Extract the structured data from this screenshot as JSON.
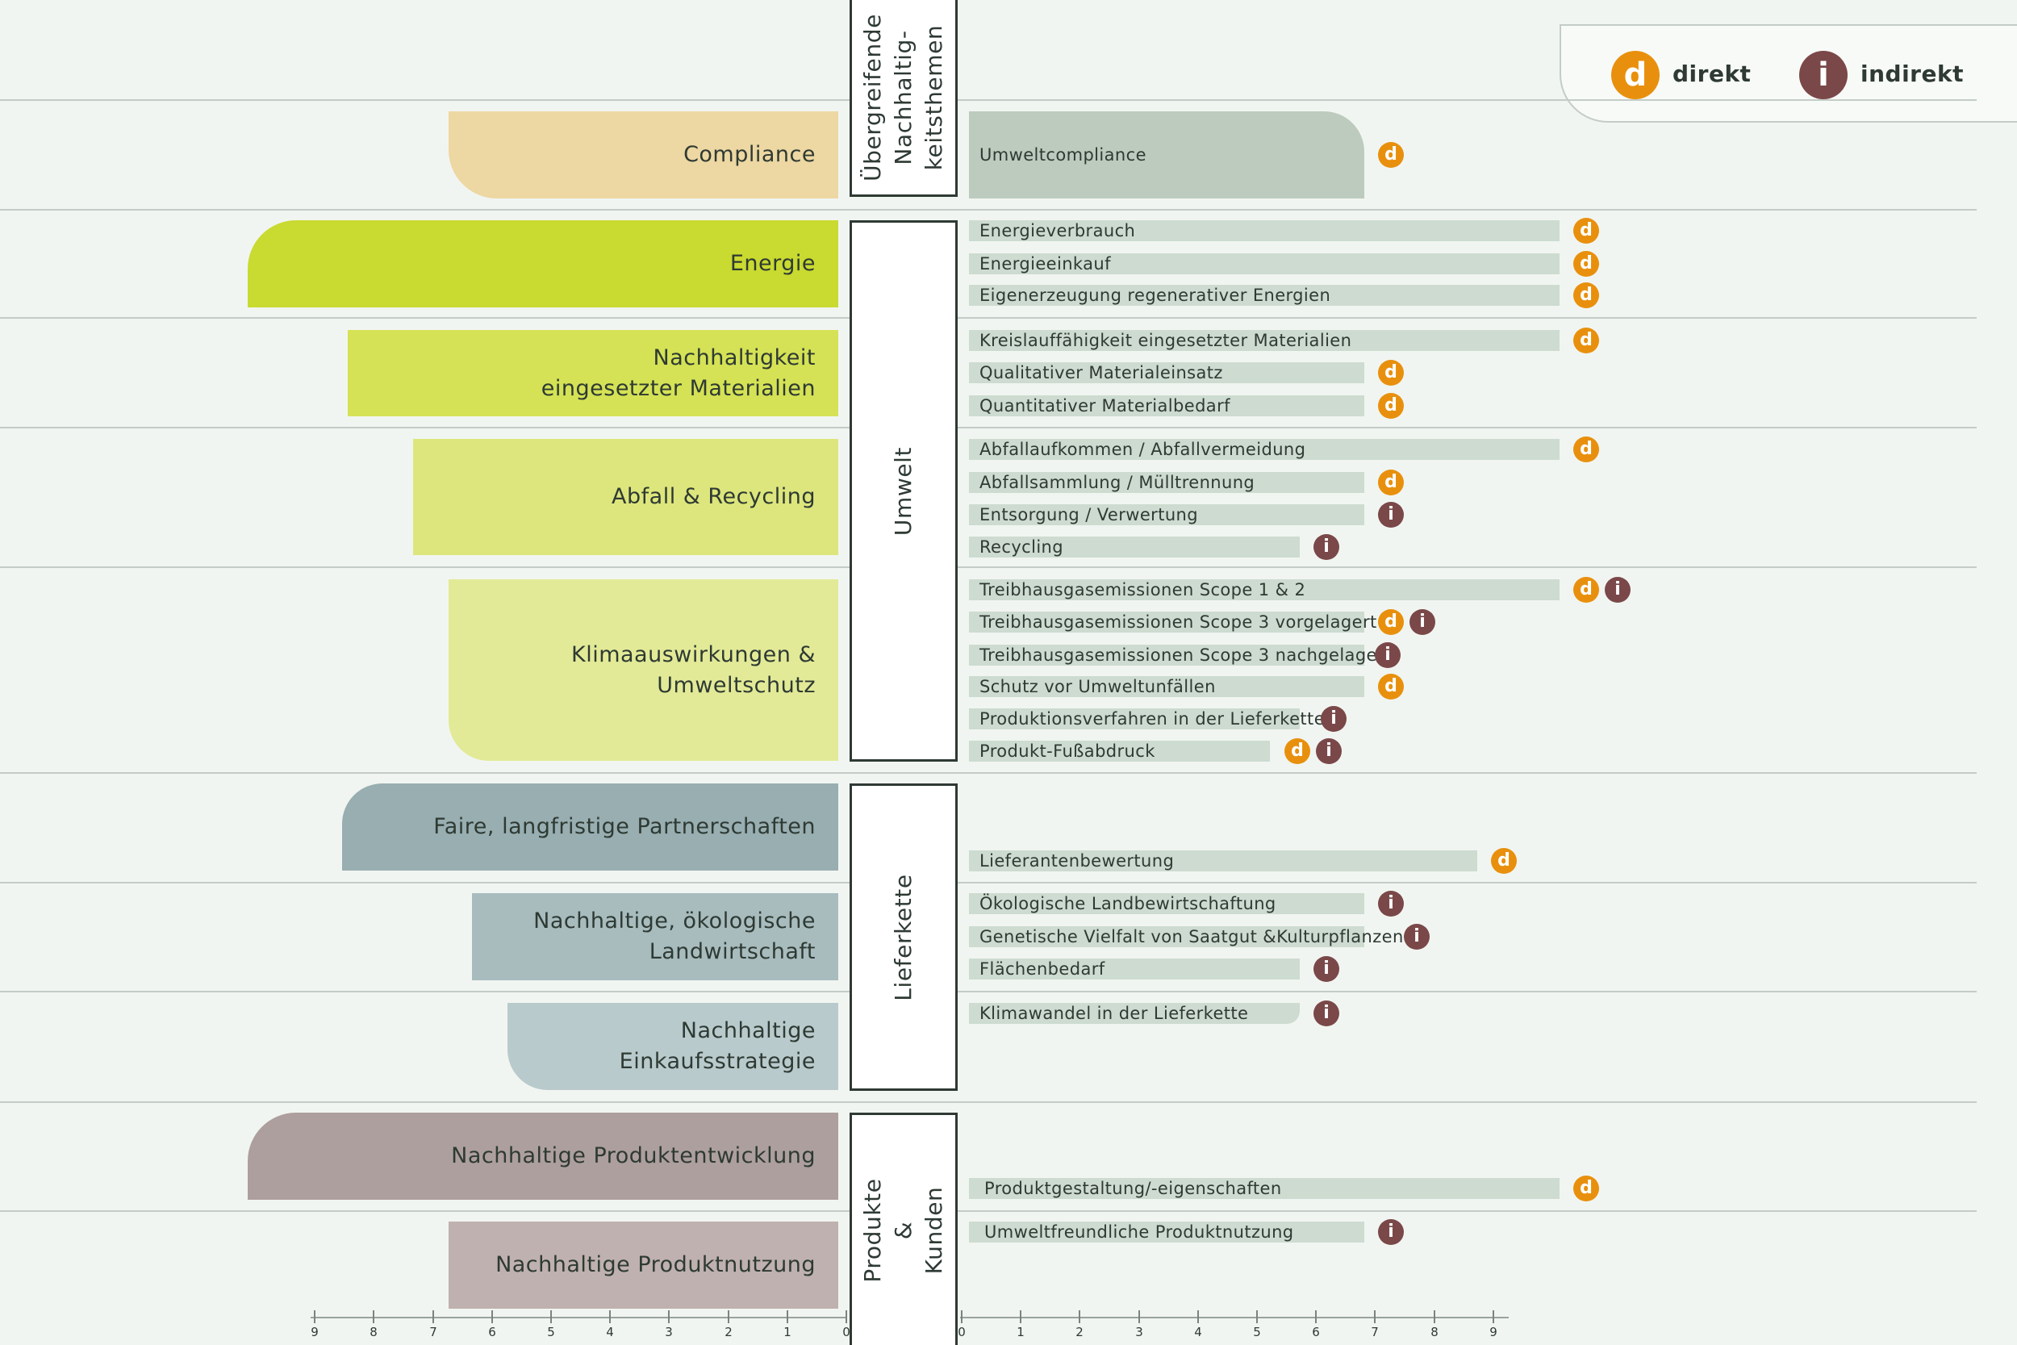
{
  "legend": {
    "direct_badge": "d",
    "direct_label": "direkt",
    "indirect_badge": "i",
    "indirect_label": "indirekt"
  },
  "colors": {
    "direct": "#e8900d",
    "indirect": "#7a4848"
  },
  "chart_data": {
    "type": "bar",
    "orientation": "horizontal-diverging",
    "left_axis": {
      "range": [
        9,
        0
      ],
      "ticks": [
        "9",
        "8",
        "7",
        "6",
        "5",
        "4",
        "3",
        "2",
        "1",
        "0"
      ]
    },
    "right_axis": {
      "range": [
        0,
        9
      ],
      "ticks": [
        "0",
        "1",
        "2",
        "3",
        "4",
        "5",
        "6",
        "7",
        "8",
        "9"
      ]
    },
    "categories": [
      {
        "label": "Übergreifende\nNachhaltig-\nkeitsthemen"
      },
      {
        "label": "Umwelt"
      },
      {
        "label": "Lieferkette"
      },
      {
        "label": "Produkte &\nKunden"
      }
    ],
    "topics": [
      {
        "label": "Compliance",
        "value": 6.6,
        "color": "#edd7a2",
        "category": 0
      },
      {
        "label": "Energie",
        "value": 10,
        "color": "#c9da30",
        "category": 1
      },
      {
        "label": "Nachhaltigkeit\neingesetzter Materialien",
        "value": 8.3,
        "color": "#d5e255",
        "category": 1
      },
      {
        "label": "Abfall & Recycling",
        "value": 7.2,
        "color": "#dde67c",
        "category": 1
      },
      {
        "label": "Klimaauswirkungen &\nUmweltschutz",
        "value": 6.6,
        "color": "#e3ea97",
        "category": 1
      },
      {
        "label": "Faire, langfristige Partnerschaften",
        "value": 8.4,
        "color": "#98aeb1",
        "category": 2
      },
      {
        "label": "Nachhaltige, ökologische\nLandwirtschaft",
        "value": 6.2,
        "color": "#a8bcbe",
        "category": 2
      },
      {
        "label": "Nachhaltige\nEinkaufsstrategie",
        "value": 5.6,
        "color": "#b9cacc",
        "category": 2
      },
      {
        "label": "Nachhaltige Produktentwicklung",
        "value": 10,
        "color": "#ad9f9d",
        "category": 3
      },
      {
        "label": "Nachhaltige Produktnutzung",
        "value": 6.6,
        "color": "#bfb1af",
        "category": 3
      }
    ],
    "issues": [
      {
        "label": "Umweltcompliance",
        "value": 6.7,
        "badges": [
          "d"
        ],
        "topic": 0
      },
      {
        "label": "Energieverbrauch",
        "value": 10,
        "badges": [
          "d"
        ],
        "topic": 1
      },
      {
        "label": "Energieeinkauf",
        "value": 10,
        "badges": [
          "d"
        ],
        "topic": 1
      },
      {
        "label": "Eigenerzeugung regenerativer Energien",
        "value": 10,
        "badges": [
          "d"
        ],
        "topic": 1
      },
      {
        "label": "Kreislauffähigkeit eingesetzter Materialien",
        "value": 10,
        "badges": [
          "d"
        ],
        "topic": 2
      },
      {
        "label": "Qualitativer Materialeinsatz",
        "value": 6.7,
        "badges": [
          "d"
        ],
        "topic": 2
      },
      {
        "label": "Quantitativer Materialbedarf",
        "value": 6.7,
        "badges": [
          "d"
        ],
        "topic": 2
      },
      {
        "label": "Abfallaufkommen / Abfallvermeidung",
        "value": 10,
        "badges": [
          "d"
        ],
        "topic": 3
      },
      {
        "label": "Abfallsammlung / Mülltrennung",
        "value": 6.7,
        "badges": [
          "d"
        ],
        "topic": 3
      },
      {
        "label": "Entsorgung / Verwertung",
        "value": 6.7,
        "badges": [
          "i"
        ],
        "topic": 3
      },
      {
        "label": "Recycling",
        "value": 5.6,
        "badges": [
          "i"
        ],
        "topic": 3
      },
      {
        "label": "Treibhausgasemissionen Scope 1 & 2",
        "value": 10,
        "badges": [
          "d",
          "i"
        ],
        "topic": 4
      },
      {
        "label": "Treibhausgasemissionen Scope 3 vorgelagert",
        "value": 6.7,
        "badges": [
          "d",
          "i"
        ],
        "topic": 4
      },
      {
        "label": "Treibhausgasemissionen Scope 3 nachgelagert",
        "value": 6.7,
        "badges": [
          "i"
        ],
        "topic": 4
      },
      {
        "label": "Schutz vor Umweltunfällen",
        "value": 6.7,
        "badges": [
          "d"
        ],
        "topic": 4
      },
      {
        "label": "Produktionsverfahren in der Lieferkette",
        "value": 5.6,
        "badges": [
          "i"
        ],
        "topic": 4
      },
      {
        "label": "Produkt-Fußabdruck",
        "value": 5.1,
        "badges": [
          "d",
          "i"
        ],
        "topic": 4
      },
      {
        "label": "Lieferantenbewertung",
        "value": 8.6,
        "badges": [
          "d"
        ],
        "topic": 5
      },
      {
        "label": "Ökologische Landbewirtschaftung",
        "value": 6.7,
        "badges": [
          "i"
        ],
        "topic": 6
      },
      {
        "label": "Genetische Vielfalt von Saatgut &Kulturpflanzen",
        "value": 6.7,
        "badges": [
          "i"
        ],
        "topic": 6
      },
      {
        "label": "Flächenbedarf",
        "value": 5.6,
        "badges": [
          "i"
        ],
        "topic": 6
      },
      {
        "label": "Klimawandel in der Lieferkette",
        "value": 5.6,
        "badges": [
          "i"
        ],
        "topic": 7
      },
      {
        "label": "Produktgestaltung/-eigenschaften",
        "value": 10,
        "badges": [
          "d"
        ],
        "topic": 8
      },
      {
        "label": "Umweltfreundliche Produktnutzung",
        "value": 6.7,
        "badges": [
          "i"
        ],
        "topic": 9
      }
    ]
  }
}
